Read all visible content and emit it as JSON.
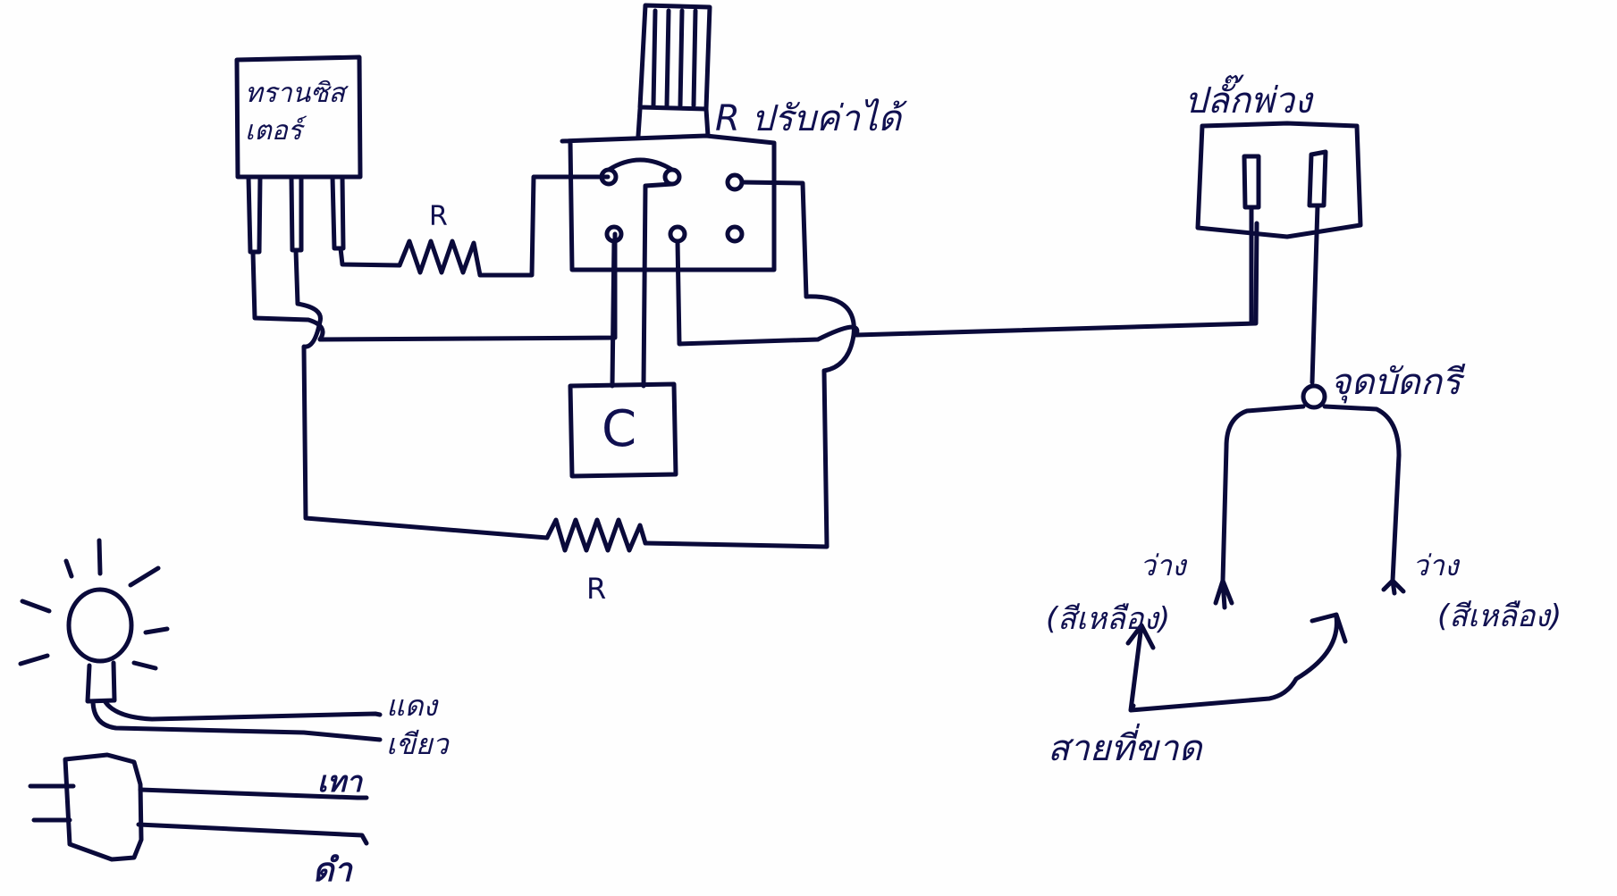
{
  "labels": {
    "transistor_line1": "ทรานซิส",
    "transistor_line2": "เตอร์",
    "adjustable_resistor": "R ปรับค่าได้",
    "resistor_top": "R",
    "resistor_bottom": "R",
    "socket": "ปลั๊กพ่วง",
    "solder_point": "จุดบัดกรี",
    "left_free": "ว่าง",
    "left_color": "(สีเหลือง)",
    "right_free": "ว่าง",
    "right_color": "(สีเหลือง)",
    "broken_wire": "สายที่ขาด",
    "bulb_wire_red": "แดง",
    "bulb_wire_green": "เขียว",
    "plug_wire_gray": "เทา",
    "plug_wire_black": "ดำ",
    "capacitor": "C"
  },
  "colors": {
    "ink": "#0a0a3a",
    "paper": "#fefefe"
  }
}
